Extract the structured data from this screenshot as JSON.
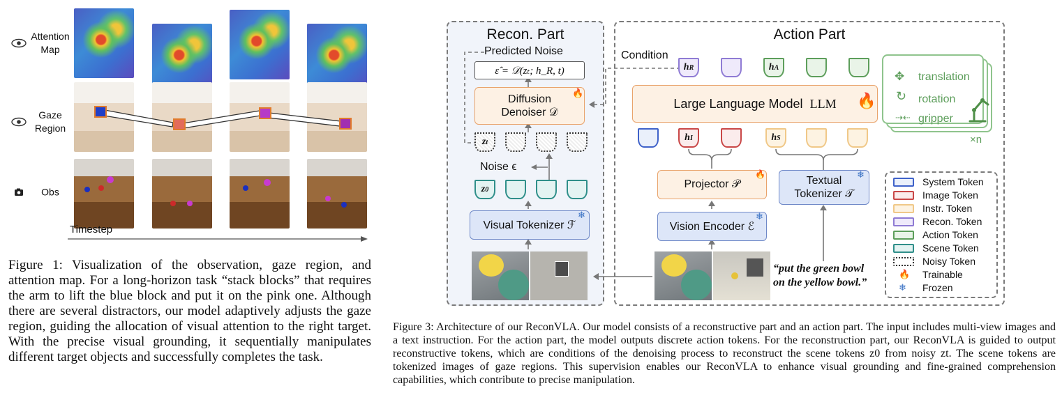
{
  "figure1": {
    "rows": [
      {
        "label": "Attention\nMap",
        "icon": "eye-icon"
      },
      {
        "label": "Gaze\nRegion",
        "icon": "eye-icon"
      },
      {
        "label": "Obs",
        "icon": "camera-icon"
      }
    ],
    "timestep_label": "Timestep",
    "caption": "Figure 1: Visualization of the observation, gaze region, and attention map. For a long-horizon task “stack blocks” that requires the arm to lift the blue block and put it on the pink one. Although there are several distractors, our model adaptively adjusts the gaze region, guiding the allocation of visual attention to the right target. With the precise visual grounding, it sequentially manipulates different target objects and successfully completes the task."
  },
  "figure3": {
    "recon_title": "Recon.  Part",
    "action_title": "Action Part",
    "predicted_noise": "Predicted Noise",
    "noise_eq": "ε̂ = 𝒟(zₜ; h_R, t)",
    "diffusion_denoiser": "Diffusion Denoiser 𝒟",
    "noise_label": "Noise ϵ",
    "visual_tokenizer": "Visual Tokenizer ℱ",
    "condition": "Condition",
    "llm": "Large Language Model",
    "llm_sym": "LLM",
    "projector": "Projector 𝒫",
    "textual_tokenizer": "Textual Tokenizer 𝒯",
    "vision_encoder": "Vision Encoder ℰ",
    "instruction": "“put the green bowl on the yellow bowl.”",
    "tok_zt": "z",
    "tok_zt_sub": "t",
    "tok_z0": "z",
    "tok_z0_sub": "0",
    "tok_hR": "h",
    "tok_hR_sub": "R",
    "tok_hA": "h",
    "tok_hA_sub": "A",
    "tok_hI": "h",
    "tok_hI_sub": "I",
    "tok_hS": "h",
    "tok_hS_sub": "S",
    "action_translation": "translation",
    "action_rotation": "rotation",
    "action_gripper": "gripper",
    "times_n": "×n",
    "legend": [
      {
        "label": "System Token",
        "color": "#3f62c9",
        "fill": "#eaf0fb"
      },
      {
        "label": "Image Token",
        "color": "#c94747",
        "fill": "#fbecec"
      },
      {
        "label": "Instr. Token",
        "color": "#f0c888",
        "fill": "#fdf3e2"
      },
      {
        "label": "Recon. Token",
        "color": "#8f7bd4",
        "fill": "#efeafb"
      },
      {
        "label": "Action Token",
        "color": "#5d9e5b",
        "fill": "#e9f4e8"
      },
      {
        "label": "Scene Token",
        "color": "#2f8f8a",
        "fill": "#e3f3f2"
      },
      {
        "label": "Noisy Token",
        "color": "#333333",
        "fill": "#ffffff"
      },
      {
        "label": "Trainable",
        "icon": "flame-icon"
      },
      {
        "label": "Frozen",
        "icon": "snowflake-icon"
      }
    ],
    "caption": "Figure 3: Architecture of our ReconVLA. Our model consists of a reconstructive part and an action part. The input includes multi-view images and a text instruction. For the action part, the model outputs discrete action tokens. For the reconstruction part, our ReconVLA is guided to output reconstructive tokens, which are conditions of the denoising process to reconstruct the scene tokens z0 from noisy zt. The scene tokens are tokenized images of gaze regions. This supervision enables our ReconVLA to enhance visual grounding and fine-grained comprehension capabilities, which contribute to precise manipulation."
  }
}
